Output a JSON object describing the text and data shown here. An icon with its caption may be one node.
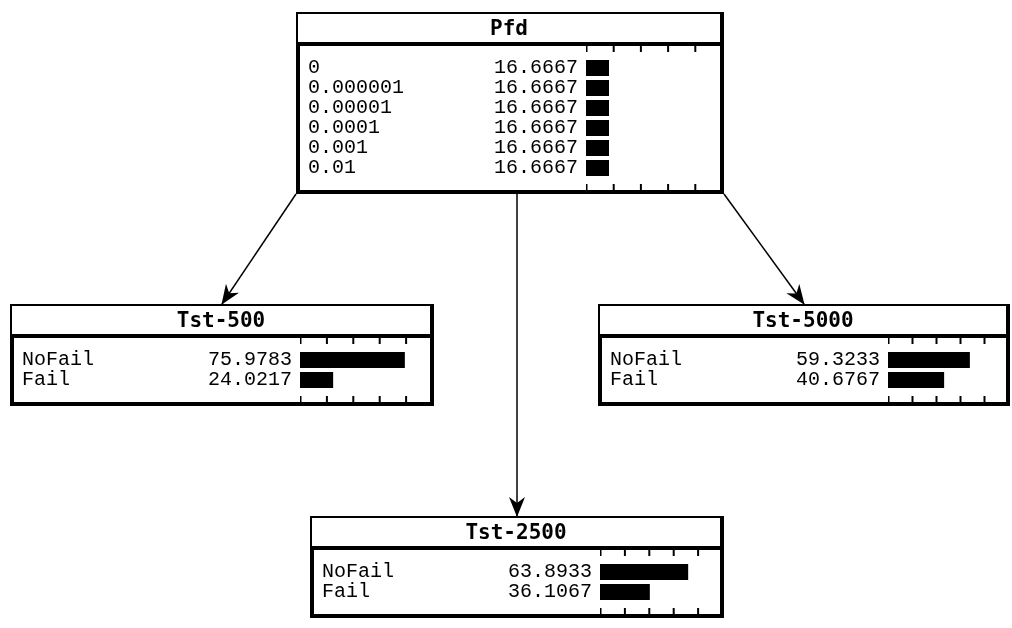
{
  "diagram": {
    "nodes": [
      {
        "text": [
          "Pfd",
          "0",
          "16.6667",
          "0.000001",
          "16.6667",
          "0.00001",
          "16.6667",
          "0.0001",
          "16.6667",
          "0.001",
          "16.6667",
          "0.01",
          "16.6667"
        ]
      },
      {
        "text": [
          "Tst-500",
          "NoFail",
          "75.9783",
          "Fail",
          "24.0217"
        ]
      },
      {
        "text": [
          "Tst-5000",
          "NoFail",
          "59.3233",
          "Fail",
          "40.6767"
        ]
      },
      {
        "text": [
          "Tst-2500",
          "NoFail",
          "63.8933",
          "Fail",
          "36.1067"
        ]
      }
    ],
    "edges": [
      {
        "from": 0,
        "to": 1,
        "arrow": "to"
      },
      {
        "from": 0,
        "to": 3,
        "arrow": "to"
      },
      {
        "from": 0,
        "to": 2,
        "arrow": "to"
      }
    ]
  }
}
